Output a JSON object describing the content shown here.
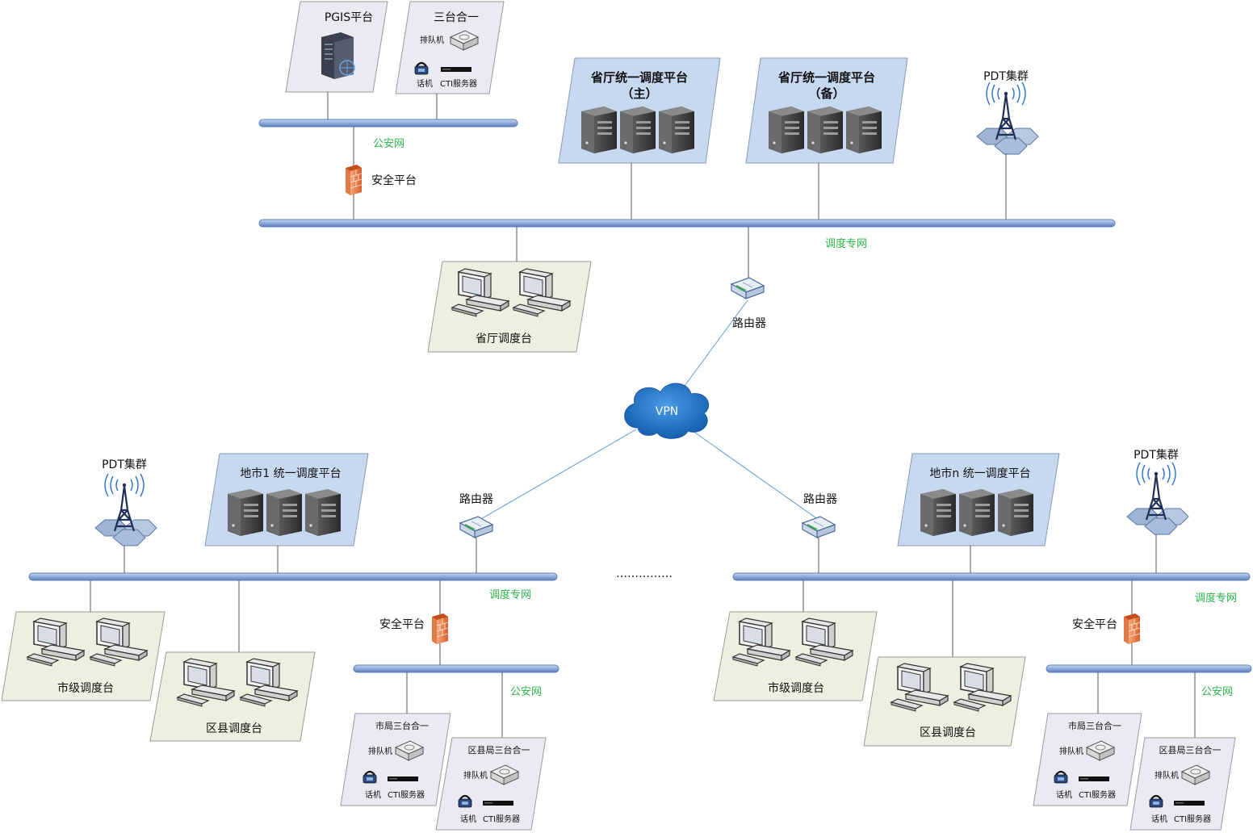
{
  "labels": {
    "pgis": "PGIS平台",
    "three_in_one_top": "三台合一",
    "queue_machine": "排队机",
    "phone": "话机",
    "cti_server": "CTI服务器",
    "public_net": "公安网",
    "security_platform": "安全平台",
    "province_main_line1": "省厅统一调度平台",
    "province_main_line2": "（主）",
    "province_backup_line1": "省厅统一调度平台",
    "province_backup_line2": "（备）",
    "pdt_cluster": "PDT集群",
    "dispatch_net": "调度专网",
    "province_console": "省厅调度台",
    "router": "路由器",
    "vpn": "VPN",
    "city1_platform": "地市1 统一调度平台",
    "cityn_platform": "地市n 统一调度平台",
    "city_console": "市级调度台",
    "county_console": "区县调度台",
    "city_bureau_three": "市局三台合一",
    "county_bureau_three": "区县局三台合一",
    "ellipsis": "……………"
  },
  "colors": {
    "bus": "#8eaadb",
    "bus_edge": "#5a7fb8",
    "platform_fill": "#c6d9f1",
    "console_fill": "#ebf1de",
    "three_fill": "#eaeaf2",
    "green_text": "#2bb24c",
    "vpn_cloud": "#1f6fc4"
  }
}
